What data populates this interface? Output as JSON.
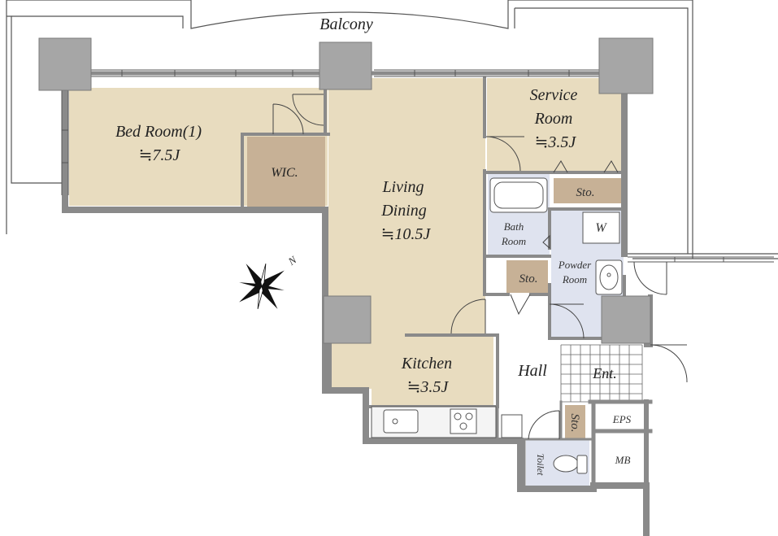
{
  "labels": {
    "balcony": "Balcony",
    "bedroom": "Bed Room(1)",
    "bedroom_size": "≒7.5J",
    "wic": "WIC.",
    "living": "Living",
    "dining": "Dining",
    "living_size": "≒10.5J",
    "service_1": "Service",
    "service_2": "Room",
    "service_size": "≒3.5J",
    "sto": "Sto.",
    "bath_1": "Bath",
    "bath_2": "Room",
    "washer": "W",
    "powder_1": "Powder",
    "powder_2": "Room",
    "kitchen": "Kitchen",
    "kitchen_size": "≒3.5J",
    "hall": "Hall",
    "entrance": "Ent.",
    "eps": "EPS",
    "mb": "MB",
    "toilet": "Toilet",
    "north": "N"
  },
  "colors": {
    "wall": "#8a8a8a",
    "column": "#a6a6a6",
    "room_beige": "#e8dcbf",
    "storage_brown": "#c7b196",
    "bath_blue": "#dfe3ef",
    "counter": "#f4f4f4"
  }
}
